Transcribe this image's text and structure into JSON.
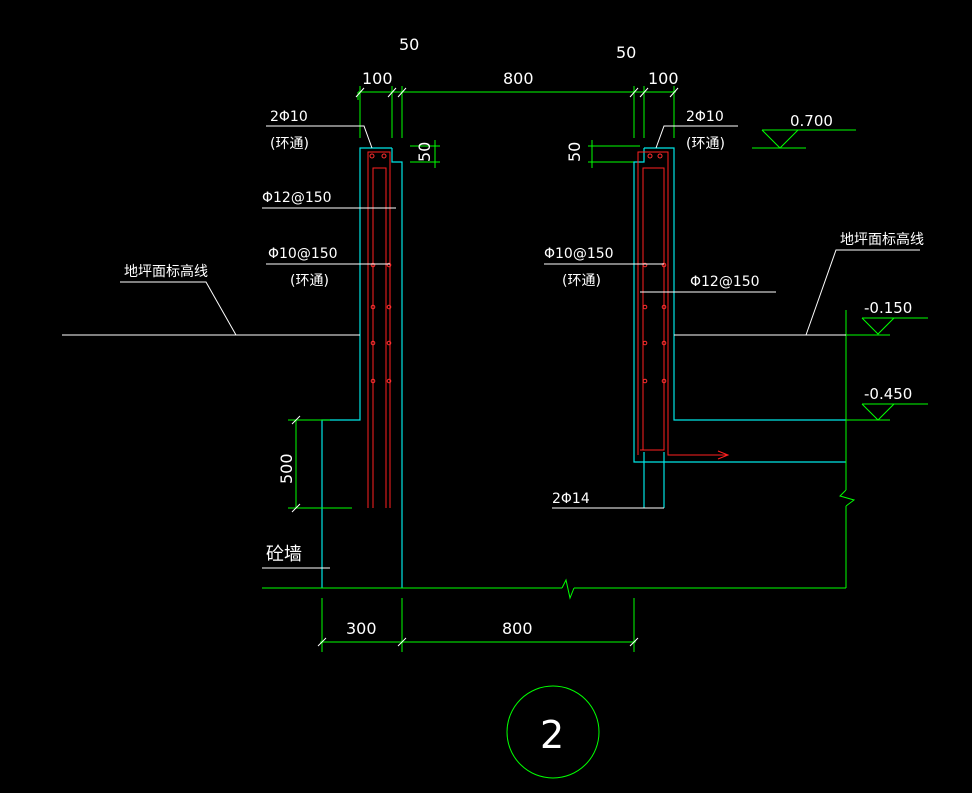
{
  "drawing": {
    "dimensions": {
      "top_gap_left": "50",
      "top_gap_right": "50",
      "wall_left": "100",
      "clear_span": "800",
      "wall_right": "100",
      "notch_left": "50",
      "notch_right": "50",
      "height_500": "500",
      "bottom_left": "300",
      "bottom_span": "800"
    },
    "rebar_labels": {
      "left_top_bar": "2Φ10",
      "left_top_bar_note": "(环通)",
      "right_top_bar": "2Φ10",
      "right_top_bar_note": "(环通)",
      "left_vertical": "Φ12@150",
      "left_horizontal": "Φ10@150",
      "left_horizontal_note": "(环通)",
      "right_horizontal": "Φ10@150",
      "right_horizontal_note": "(环通)",
      "right_vertical": "Φ12@150",
      "bottom_bar": "2Φ14"
    },
    "annotations": {
      "ground_line_left": "地坪面标高线",
      "ground_line_right": "地坪面标高线",
      "brick_wall": "砼墙"
    },
    "elevations": {
      "top": "0.700",
      "middle": "-0.150",
      "lower": "-0.450"
    },
    "detail_number": "2",
    "colors": {
      "background": "#000000",
      "dimension_lines": "#00ff00",
      "concrete_outline": "#00e5e5",
      "rebar": "#ff2020",
      "text": "#ffffff"
    }
  }
}
